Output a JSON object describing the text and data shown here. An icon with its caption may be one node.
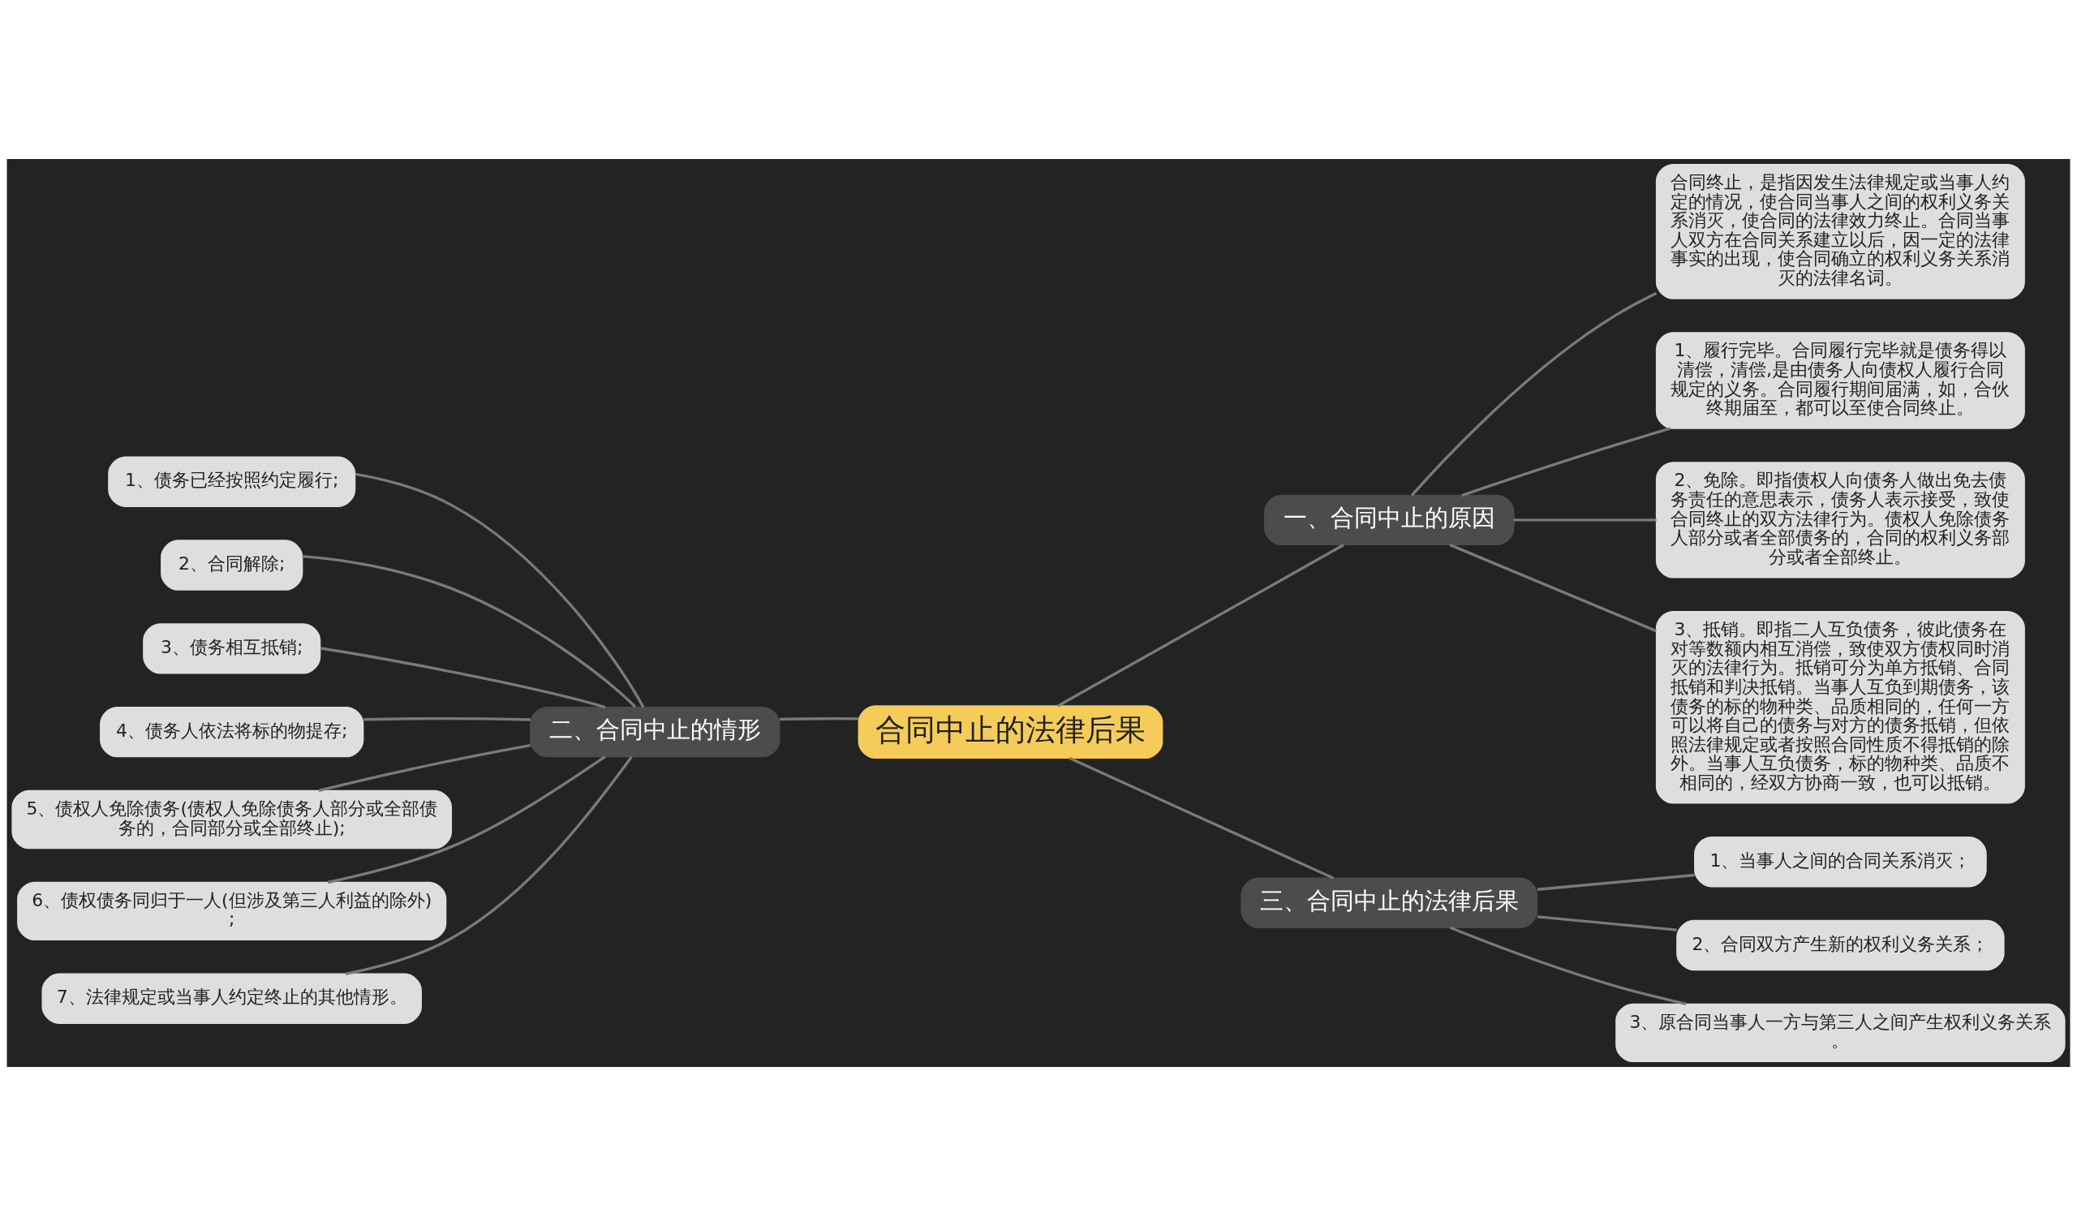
{
  "diagram": {
    "nodes": [
      {
        "text": [
          "合同中止的法律后果"
        ]
      },
      {
        "text": [
          "一、合同中止的原因"
        ]
      },
      {
        "text": [
          "合同终止，是指因发生法律规定或当事人约定的情况，使合同当事人之间的权利义务关系消灭，使合同的法律效力终止。合同当事人双方在合同关系建立以后，因一定的法律事实的出现，使合同确立的权利义务关系消灭的法律名词。"
        ]
      },
      {
        "text": [
          "1、履行完毕。合同履行完毕就是债务得以清偿，清偿,是由债务人向债权人履行合同规定的义务。合同履行期间届满，如，合伙终期届至，都可以至使合同终止。"
        ]
      },
      {
        "text": [
          "2、免除。即指债权人向债务人做出免去债务责任的意思表示，债务人表示接受，致使合同终止的双方法律行为。债权人免除债务人部分或者全部债务的，合同的权利义务部分或者全部终止。"
        ]
      },
      {
        "text": [
          "3、抵销。即指二人互负债务，彼此债务在对等数额内相互消偿，致使双方债权同时消灭的法律行为。抵销可分为单方抵销、合同抵销和判决抵销。当事人互负到期债务，该债务的标的物种类、品质相同的，任何一方可以将自己的债务与对方的债务抵销，但依照法律规定或者按照合同性质不得抵销的除外。当事人互负债务，标的物种类、品质不相同的，经双方协商一致，也可以抵销。"
        ]
      },
      {
        "text": [
          "二、合同中止的情形"
        ]
      },
      {
        "text": [
          "1、债务已经按照约定履行;"
        ]
      },
      {
        "text": [
          "2、合同解除;"
        ]
      },
      {
        "text": [
          "3、债务相互抵销;"
        ]
      },
      {
        "text": [
          "4、债务人依法将标的物提存;"
        ]
      },
      {
        "text": [
          "5、债权人免除债务(债权人免除债务人部分或全部债务的，合同部分或全部终止);"
        ]
      },
      {
        "text": [
          "6、债权债务同归于一人(但涉及第三人利益的除外);"
        ]
      },
      {
        "text": [
          "7、法律规定或当事人约定终止的其他情形。"
        ]
      },
      {
        "text": [
          "三、合同中止的法律后果"
        ]
      },
      {
        "text": [
          "1、当事人之间的合同关系消灭；"
        ]
      },
      {
        "text": [
          "2、合同双方产生新的权利义务关系；"
        ]
      },
      {
        "text": [
          "3、原合同当事人一方与第三人之间产生权利义务关系。"
        ]
      }
    ],
    "edges": [
      {
        "from": 0,
        "to": 1,
        "arrow": "none"
      },
      {
        "from": 1,
        "to": 2,
        "arrow": "none"
      },
      {
        "from": 1,
        "to": 3,
        "arrow": "none"
      },
      {
        "from": 1,
        "to": 4,
        "arrow": "none"
      },
      {
        "from": 1,
        "to": 5,
        "arrow": "none"
      },
      {
        "from": 0,
        "to": 6,
        "arrow": "none"
      },
      {
        "from": 6,
        "to": 7,
        "arrow": "none"
      },
      {
        "from": 6,
        "to": 8,
        "arrow": "none"
      },
      {
        "from": 6,
        "to": 9,
        "arrow": "none"
      },
      {
        "from": 6,
        "to": 10,
        "arrow": "none"
      },
      {
        "from": 6,
        "to": 11,
        "arrow": "none"
      },
      {
        "from": 6,
        "to": 12,
        "arrow": "none"
      },
      {
        "from": 6,
        "to": 13,
        "arrow": "none"
      },
      {
        "from": 0,
        "to": 14,
        "arrow": "none"
      },
      {
        "from": 14,
        "to": 15,
        "arrow": "none"
      },
      {
        "from": 14,
        "to": 16,
        "arrow": "none"
      },
      {
        "from": 14,
        "to": 17,
        "arrow": "none"
      }
    ]
  }
}
